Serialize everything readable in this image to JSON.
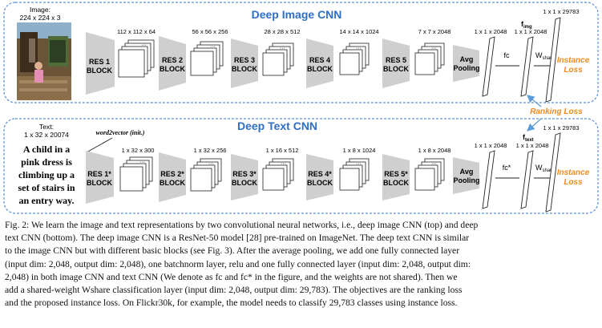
{
  "figure": {
    "image_panel": {
      "title": "Deep Image CNN",
      "input_label": "Image:",
      "input_dim": "224 x 224 x 3",
      "blocks": [
        "RES 1",
        "RES 2",
        "RES 3",
        "RES 4",
        "RES 5"
      ],
      "block_word": "BLOCK",
      "feature_dims": [
        "112 x 112 x 64",
        "56 x 56 x 256",
        "28 x 28 x 512",
        "14 x 14 x 1024",
        "7 x 7 x 2048"
      ],
      "pool_line1": "Avg",
      "pool_line2": "Pooling",
      "pool_dim": "1 x 1 x 2048",
      "fc_label": "fc",
      "fc_dim": "1 x 1 x 2048",
      "f_label": "f",
      "f_sub": "img",
      "w_label": "W",
      "w_sub": "share",
      "out_dim": "1 x 1 x 29783",
      "loss_line1": "Instance",
      "loss_line2": "Loss"
    },
    "ranking_loss": "Ranking Loss",
    "text_panel": {
      "title": "Deep Text CNN",
      "input_label": "Text:",
      "input_dim": "1 x 32 x 20074",
      "sentence_lines": [
        "A child in a",
        "pink dress is",
        "climbing up a",
        "set of stairs in",
        "an entry way."
      ],
      "embed_label": "word2vector (init.)",
      "blocks": [
        "RES 1*",
        "RES 2*",
        "RES 3*",
        "RES 4*",
        "RES 5*"
      ],
      "block_word": "BLOCK",
      "feature_dims": [
        "1 x 32 x 300",
        "1 x 32 x 256",
        "1 x 16 x 512",
        "1 x 8 x 1024",
        "1 x 8 x 2048"
      ],
      "pool_line1": "Avg",
      "pool_line2": "Pooling",
      "pool_dim": "1 x 1 x 2048",
      "fc_label": "fc*",
      "fc_dim": "1 x 1 x 2048",
      "f_label": "f",
      "f_sub": "text",
      "w_label": "W",
      "w_sub": "share",
      "out_dim": "1 x 1 x 29783",
      "loss_line1": "Instance",
      "loss_line2": "Loss"
    },
    "colors": {
      "panel_border": "#5b8fd4",
      "title": "#2e6fc8",
      "block_fill": "#cfcfcf",
      "loss": "#f08a1e",
      "arrow": "#5a9bd8"
    }
  },
  "caption": {
    "lines": [
      "Fig. 2: We learn the image and text representations by two convolutional neural networks, i.e., deep image CNN (top) and deep",
      "text CNN (bottom). The deep image CNN is a ResNet-50 model [28] pre-trained on ImageNet. The deep text CNN is similar",
      "to the image CNN but with different basic blocks (see Fig. 3). After the average pooling, we add one fully connected layer",
      "(input dim: 2,048, output dim: 2,048), one batchnorm layer, relu and one fully connected layer (input dim: 2,048, output dim:",
      "2,048) in both image CNN and text CNN (We denote as fc and fc* in the figure, and the weights are not shared). Then we",
      "add a shared-weight Wshare classification layer (input dim: 2,048, output dim: 29,783). The objectives are the ranking loss",
      "and the proposed instance loss. On Flickr30k, for example, the model needs to classify 29,783 classes using instance loss."
    ]
  }
}
